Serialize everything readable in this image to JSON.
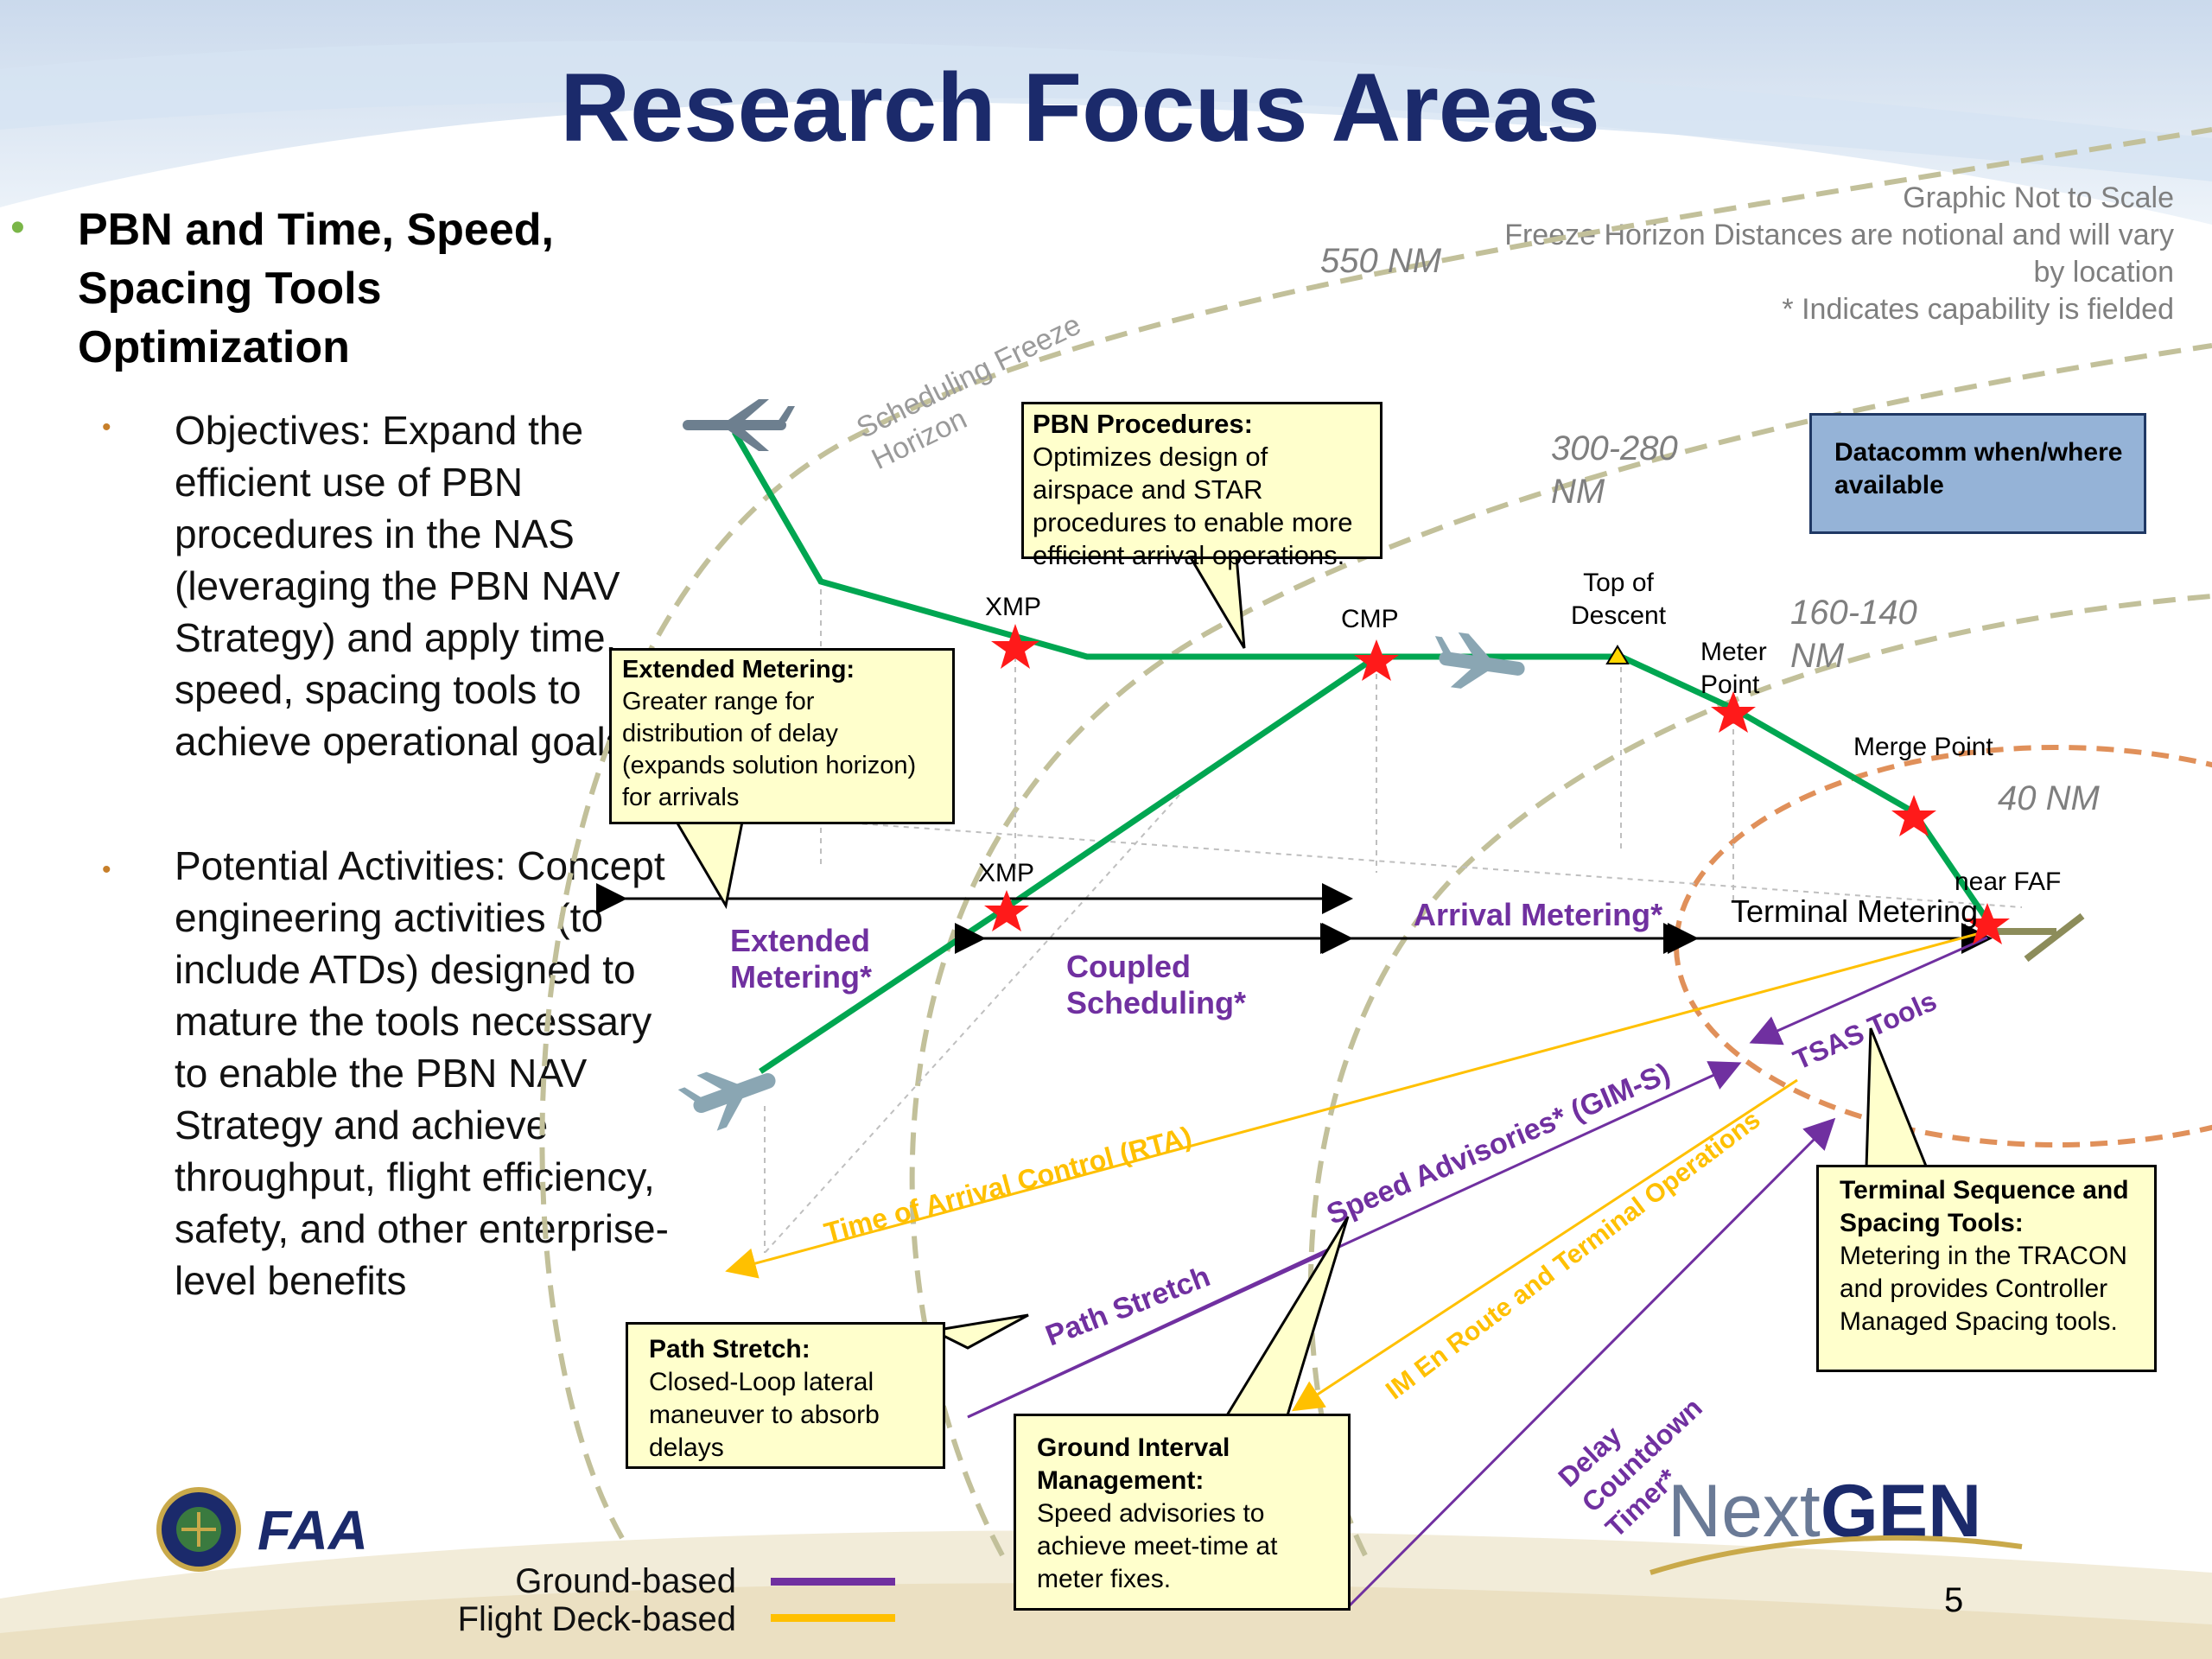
{
  "title": "Research Focus Areas",
  "heading": "PBN and Time, Speed, Spacing Tools Optimization",
  "bullets": [
    "Objectives:  Expand the efficient use of PBN procedures in the NAS (leveraging the PBN NAV Strategy) and apply time, speed, spacing tools to achieve operational goals",
    "Potential Activities: Concept engineering activities (to include ATDs) designed to mature the tools necessary to enable the PBN NAV Strategy and achieve throughput, flight efficiency, safety, and other enterprise-level benefits"
  ],
  "notes": {
    "line1": "Graphic Not to Scale",
    "line2": "Freeze Horizon Distances are notional and will vary by location",
    "line3": "* Indicates capability is fielded"
  },
  "distances": {
    "d550": "550 NM",
    "d300": "300-280 NM",
    "d160": "160-140 NM",
    "d40": "40 NM"
  },
  "horizon_label": "Scheduling Freeze Horizon",
  "waypoints": {
    "xmp_top": "XMP",
    "cmp": "CMP",
    "tod": "Top of Descent",
    "meter_point": "Meter Point",
    "merge_point": "Merge Point",
    "near_faf": "near FAF",
    "xmp_low": "XMP"
  },
  "callouts": {
    "pbn": {
      "title": "PBN Procedures:",
      "body": "Optimizes design of airspace and STAR procedures to enable more efficient arrival operations."
    },
    "ext": {
      "title": "Extended Metering:",
      "body": "Greater range for distribution of delay (expands solution horizon) for arrivals"
    },
    "datacomm": {
      "title": "Datacomm when/where available"
    },
    "path": {
      "title": "Path Stretch:",
      "body": "Closed-Loop lateral maneuver to absorb delays"
    },
    "gim": {
      "title": "Ground Interval Management:",
      "body": "Speed advisories to achieve meet-time at meter fixes."
    },
    "tsas": {
      "title": "Terminal Sequence and Spacing Tools:",
      "body": "Metering in the TRACON and provides Controller Managed Spacing tools."
    }
  },
  "segments": {
    "extended": "Extended Metering*",
    "coupled": "Coupled Scheduling*",
    "arrival": "Arrival Metering*",
    "terminal": "Terminal Metering"
  },
  "tools": {
    "rta": "Time of Arrival Control  (RTA)",
    "gims": "Speed Advisories* (GIM-S)",
    "tsas": "TSAS Tools",
    "path_stretch": "Path Stretch",
    "im": "IM En Route and Terminal Operations",
    "delay": "Delay Countdown Timer*"
  },
  "legend": {
    "ground": "Ground-based",
    "flight": "Flight Deck-based"
  },
  "colors": {
    "ground": "#7030a0",
    "flight": "#ffc000",
    "path": "#00a651",
    "title": "#1b2a6b"
  },
  "footer": {
    "faa": "FAA",
    "nextgen_next": "Next",
    "nextgen_gen": "GEN",
    "page": "5"
  }
}
